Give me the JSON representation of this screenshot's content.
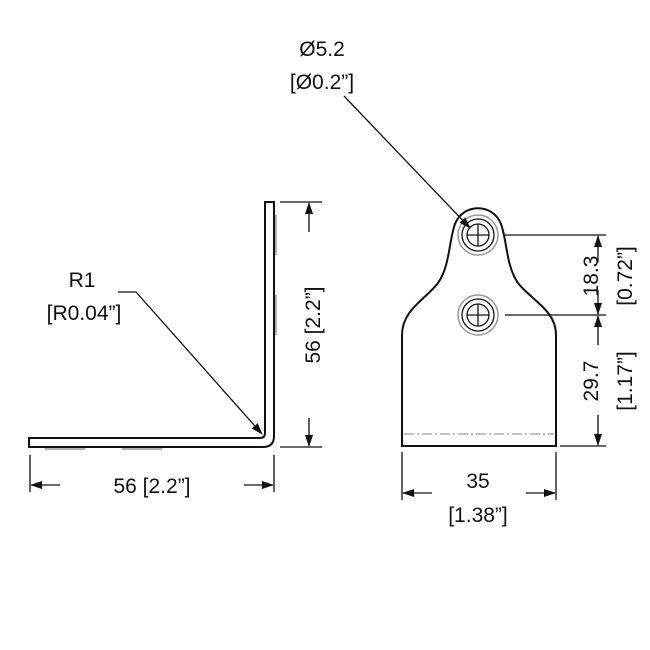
{
  "side_view": {
    "radius_label": "R1",
    "radius_label_inch": "[R0.04”]",
    "height_label": "56 [2.2”]",
    "width_label": "56 [2.2”]"
  },
  "front_view": {
    "hole_dia_label": "Ø5.2",
    "hole_dia_label_inch": "[Ø0.2”]",
    "hole_spacing_label": "18.3",
    "hole_spacing_label_inch": "[0.72”]",
    "hole_height_label": "29.7",
    "hole_height_label_inch": "[1.17”]",
    "width_label": "35",
    "width_label_inch": "[1.38”]"
  }
}
